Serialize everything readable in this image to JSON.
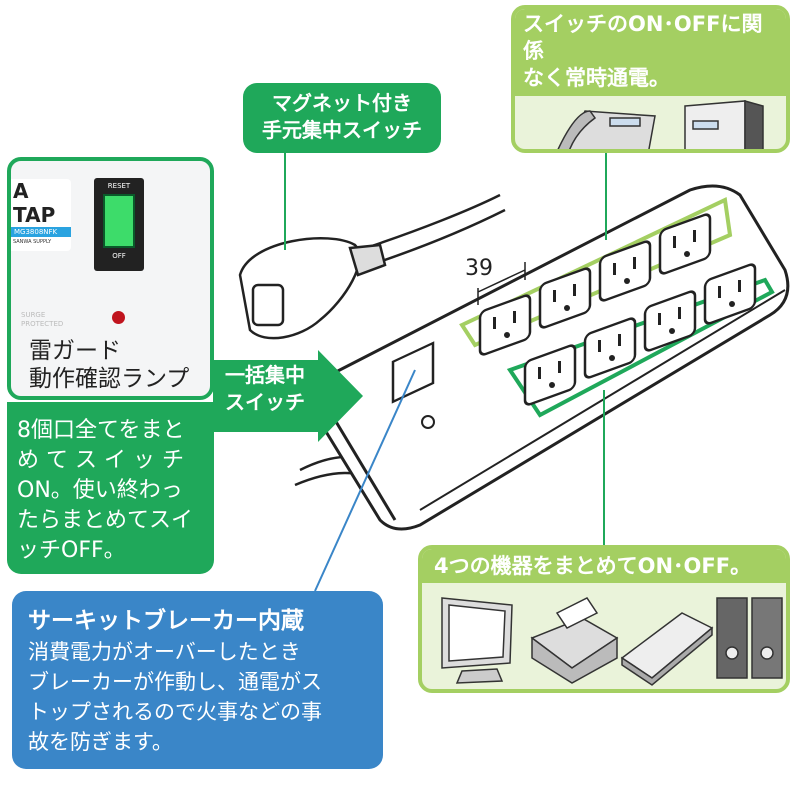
{
  "top_callout": {
    "lines": [
      "スイッチのON･OFFに関係",
      "なく常時通電。"
    ],
    "icons": [
      "telephone-icon",
      "desktop-tower-icon"
    ]
  },
  "magnet_callout": {
    "lines": [
      "マグネット付き",
      "手元集中スイッチ"
    ]
  },
  "inset": {
    "brand": "A TAP",
    "model": "MG3808NFK",
    "maker": "SANWA SUPPLY",
    "reset": "RESET",
    "off": "OFF",
    "surge": [
      "SURGE",
      "PROTECTED"
    ],
    "caption": [
      "雷ガード",
      "動作確認ランプ"
    ]
  },
  "left_note": {
    "lines": [
      "8個口全てをまと",
      "め て ス イ ッ チ",
      "ON。使い終わっ",
      "たらまとめてスイ",
      "ッチOFF。"
    ]
  },
  "arrow_label": {
    "lines": [
      "一括集中",
      "スイッチ"
    ]
  },
  "dimension_label": "39",
  "bottom_callout": {
    "title": "4つの機器をまとめてON･OFF。",
    "icons": [
      "monitor-icon",
      "printer-icon",
      "scanner-icon",
      "speakers-icon"
    ]
  },
  "breaker_callout": {
    "title": "サーキットブレーカー内蔵",
    "lines": [
      "消費電力がオーバーしたとき",
      "ブレーカーが作動し、通電がス",
      "トップされるので火事などの事",
      "故を防ぎます。"
    ]
  },
  "colors": {
    "green": "#1fa85a",
    "light_green": "#a4cf62",
    "pale_green": "#eaf3da",
    "blue": "#3a86c8"
  }
}
